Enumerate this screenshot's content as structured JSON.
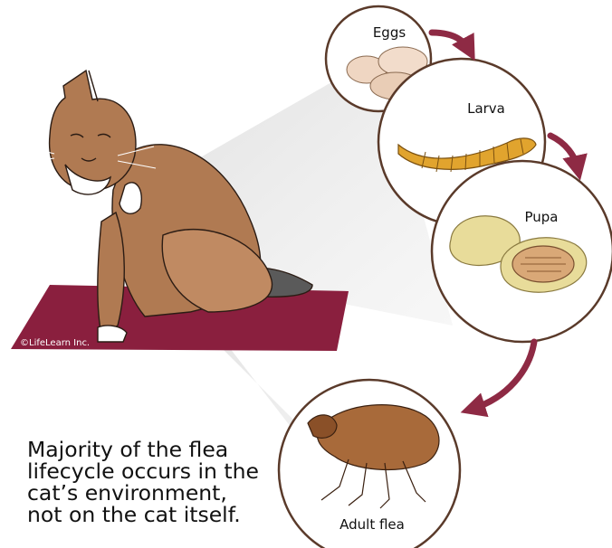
{
  "copyright": "©LifeLearn Inc.",
  "stages": [
    {
      "label": "Eggs"
    },
    {
      "label": "Larva"
    },
    {
      "label": "Pupa"
    },
    {
      "label": "Adult flea"
    }
  ],
  "caption": {
    "line1": "Majority of the flea",
    "line2": "lifecycle occurs in the",
    "line3": "cat’s environment,",
    "line4": "not on the cat itself."
  },
  "colors": {
    "arrow": "#8e2a44",
    "mat": "#8a1f3e",
    "cat_fur": "#b07a52",
    "circle_stroke": "#5a3a2a"
  },
  "icons": [
    "cat-illustration",
    "egg-icon",
    "larva-icon",
    "pupa-icon",
    "adult-flea-icon"
  ]
}
